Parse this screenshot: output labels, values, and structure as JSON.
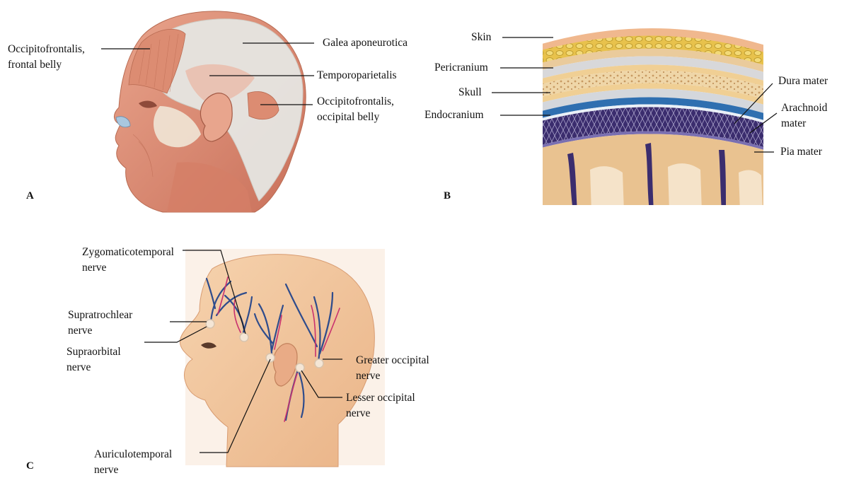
{
  "panels": {
    "a": {
      "letter": "A",
      "labels": {
        "occipitofrontalis_frontal_1": "Occipitofrontalis,",
        "occipitofrontalis_frontal_2": "frontal belly",
        "galea": "Galea aponeurotica",
        "temporoparietalis": "Temporoparietalis",
        "occipitofrontalis_occipital_1": "Occipitofrontalis,",
        "occipitofrontalis_occipital_2": "occipital belly"
      }
    },
    "b": {
      "letter": "B",
      "labels": {
        "skin": "Skin",
        "pericranium": "Pericranium",
        "skull": "Skull",
        "endocranium": "Endocranium",
        "dura": "Dura mater",
        "arachnoid_1": "Arachnoid",
        "arachnoid_2": "mater",
        "pia": "Pia mater"
      }
    },
    "c": {
      "letter": "C",
      "labels": {
        "zygomaticotemporal_1": "Zygomaticotemporal",
        "zygomaticotemporal_2": "nerve",
        "supratrochlear_1": "Supratrochlear",
        "supratrochlear_2": "nerve",
        "supraorbital_1": "Supraorbital",
        "supraorbital_2": "nerve",
        "greater_occipital_1": "Greater occipital",
        "greater_occipital_2": "nerve",
        "lesser_occipital_1": "Lesser occipital",
        "lesser_occipital_2": "nerve",
        "auriculotemporal_1": "Auriculotemporal",
        "auriculotemporal_2": "nerve"
      }
    }
  },
  "colors": {
    "muscle": "#d98a6e",
    "aponeurosis": "#e4e4e0",
    "nerve_blue": "#2f4c8c",
    "nerve_red": "#c9326e",
    "skin_tone": "#f2c49b",
    "dura": "#2f6fb0",
    "pia": "#3b2d6e",
    "bone": "#e7c48b"
  }
}
